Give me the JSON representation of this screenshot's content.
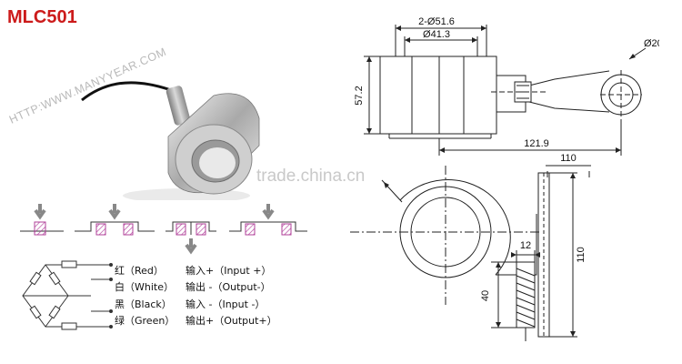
{
  "title": "MLC501",
  "watermark": "HTTP:WWW.MANYYEAR.COM",
  "watermark2": "trade.china.cn",
  "dimensions": {
    "d_bolt_holes": "2-Ø51.6",
    "d_inner": "Ø41.3",
    "d_hole": "Ø20",
    "height": "57.2",
    "length": "121.9",
    "top_width": "110",
    "side_height": "110",
    "connector_width": "12",
    "connector_height": "40"
  },
  "wiring": [
    {
      "color_name": "红（Red）",
      "io_label": "输入+（Input  +）"
    },
    {
      "color_name": "白（White）",
      "io_label": "输出 -（Output-）"
    },
    {
      "color_name": "黑（Black）",
      "io_label": "输入 -（Input -）"
    },
    {
      "color_name": "绿（Green）",
      "io_label": "输出+（Output+）"
    }
  ]
}
